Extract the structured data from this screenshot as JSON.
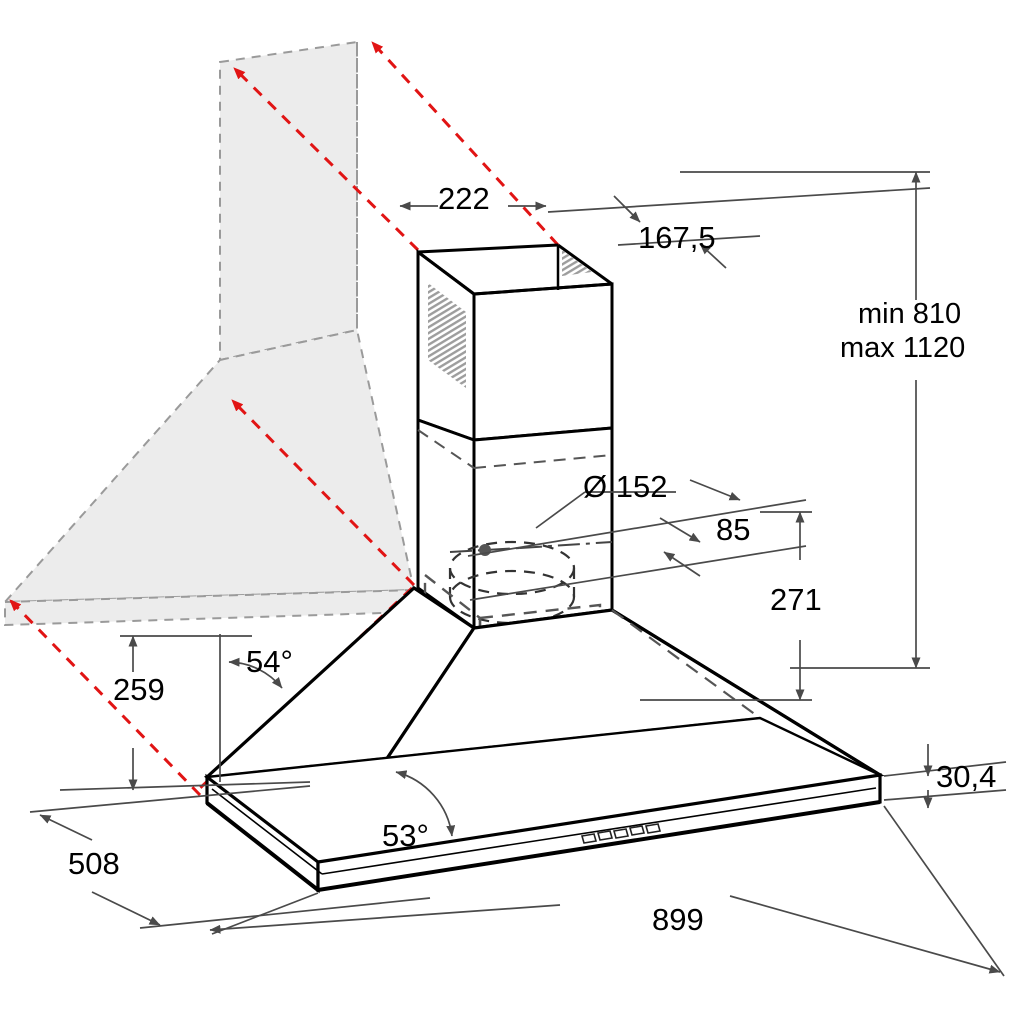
{
  "drawing": {
    "type": "technical-dimension-drawing",
    "subject": "wall-mounted chimney range hood",
    "projection": "isometric",
    "line_colors": {
      "outline": "#000000",
      "dimension": "#404040",
      "hidden": "#555555",
      "projection_ray": "#e11414",
      "shadow_fill": "#ececec",
      "shadow_edge": "#9a9a9a"
    }
  },
  "dimensions": {
    "depth_top_offset": "222",
    "chimney_depth": "167,5",
    "height_min": "min 810",
    "height_max": "max 1120",
    "duct_diameter": "Ø 152",
    "duct_offset": "85",
    "canopy_height": "271",
    "wall_height_to_canopy": "259",
    "base_depth": "508",
    "base_width": "899",
    "rim_thickness": "30,4",
    "angle_left": "54°",
    "angle_front": "53°"
  },
  "labels": {
    "dim_222": "222",
    "dim_1675": "167,5",
    "dim_min": "min 810",
    "dim_max": "max 1120",
    "dim_diameter": "Ø 152",
    "dim_85": "85",
    "dim_271": "271",
    "dim_259": "259",
    "dim_508": "508",
    "dim_899": "899",
    "dim_304": "30,4",
    "angle_54": "54°",
    "angle_53": "53°"
  },
  "features": {
    "control_button_count": 5,
    "grille_panel": "ventilation-louvers",
    "duct_outlet": "circular-duct-collar"
  }
}
